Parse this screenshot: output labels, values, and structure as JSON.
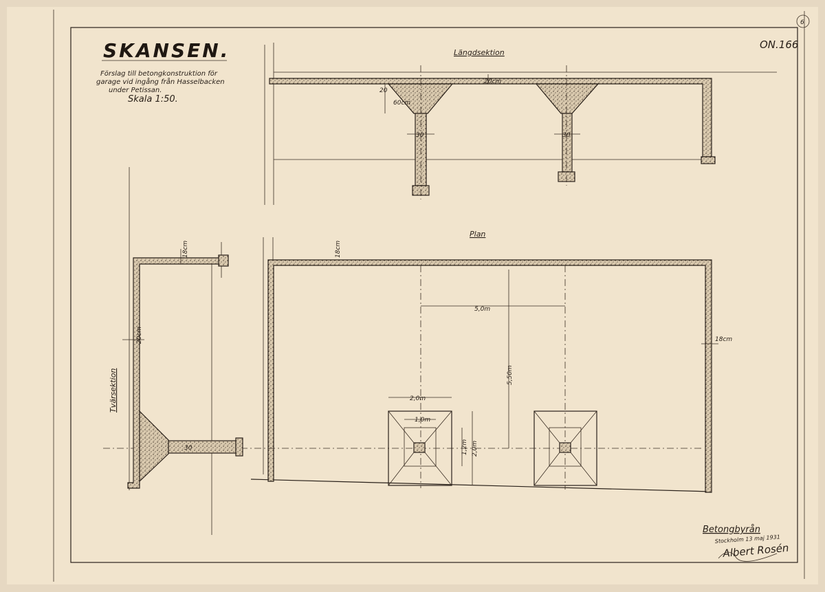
{
  "title": "SKANSEN.",
  "subtitle_lines": [
    "Förslag till betongkonstruktion för",
    "garage vid ingång från Hasselbacken",
    "under Petissan."
  ],
  "scale": "Skala 1:50.",
  "drawing_number": "ON.166",
  "sheet_number": "6",
  "views": {
    "long_section": "Längdsektion",
    "plan": "Plan",
    "cross_section": "Tvärsektion"
  },
  "dimensions": {
    "slab_long": "20cm",
    "wall_plan": "18cm",
    "wall_plan_right": "18cm",
    "wall_cross_top": "18cm",
    "wall_cross_side": "20cm",
    "column_width_1": "30",
    "column_width_2": "30",
    "column_width_cross": "30",
    "capital_depth": "60cm",
    "capital_top": "20",
    "span_x": "5,0m",
    "span_y": "5,50m",
    "footing_outer": "2,0m",
    "footing_inner": "1,0m",
    "footing_mid": "1,2m",
    "footing_total": "2,0m"
  },
  "signature": {
    "office": "Betongbyrån",
    "date": "Stockholm 13 maj 1931",
    "name": "Albert Rosén"
  }
}
